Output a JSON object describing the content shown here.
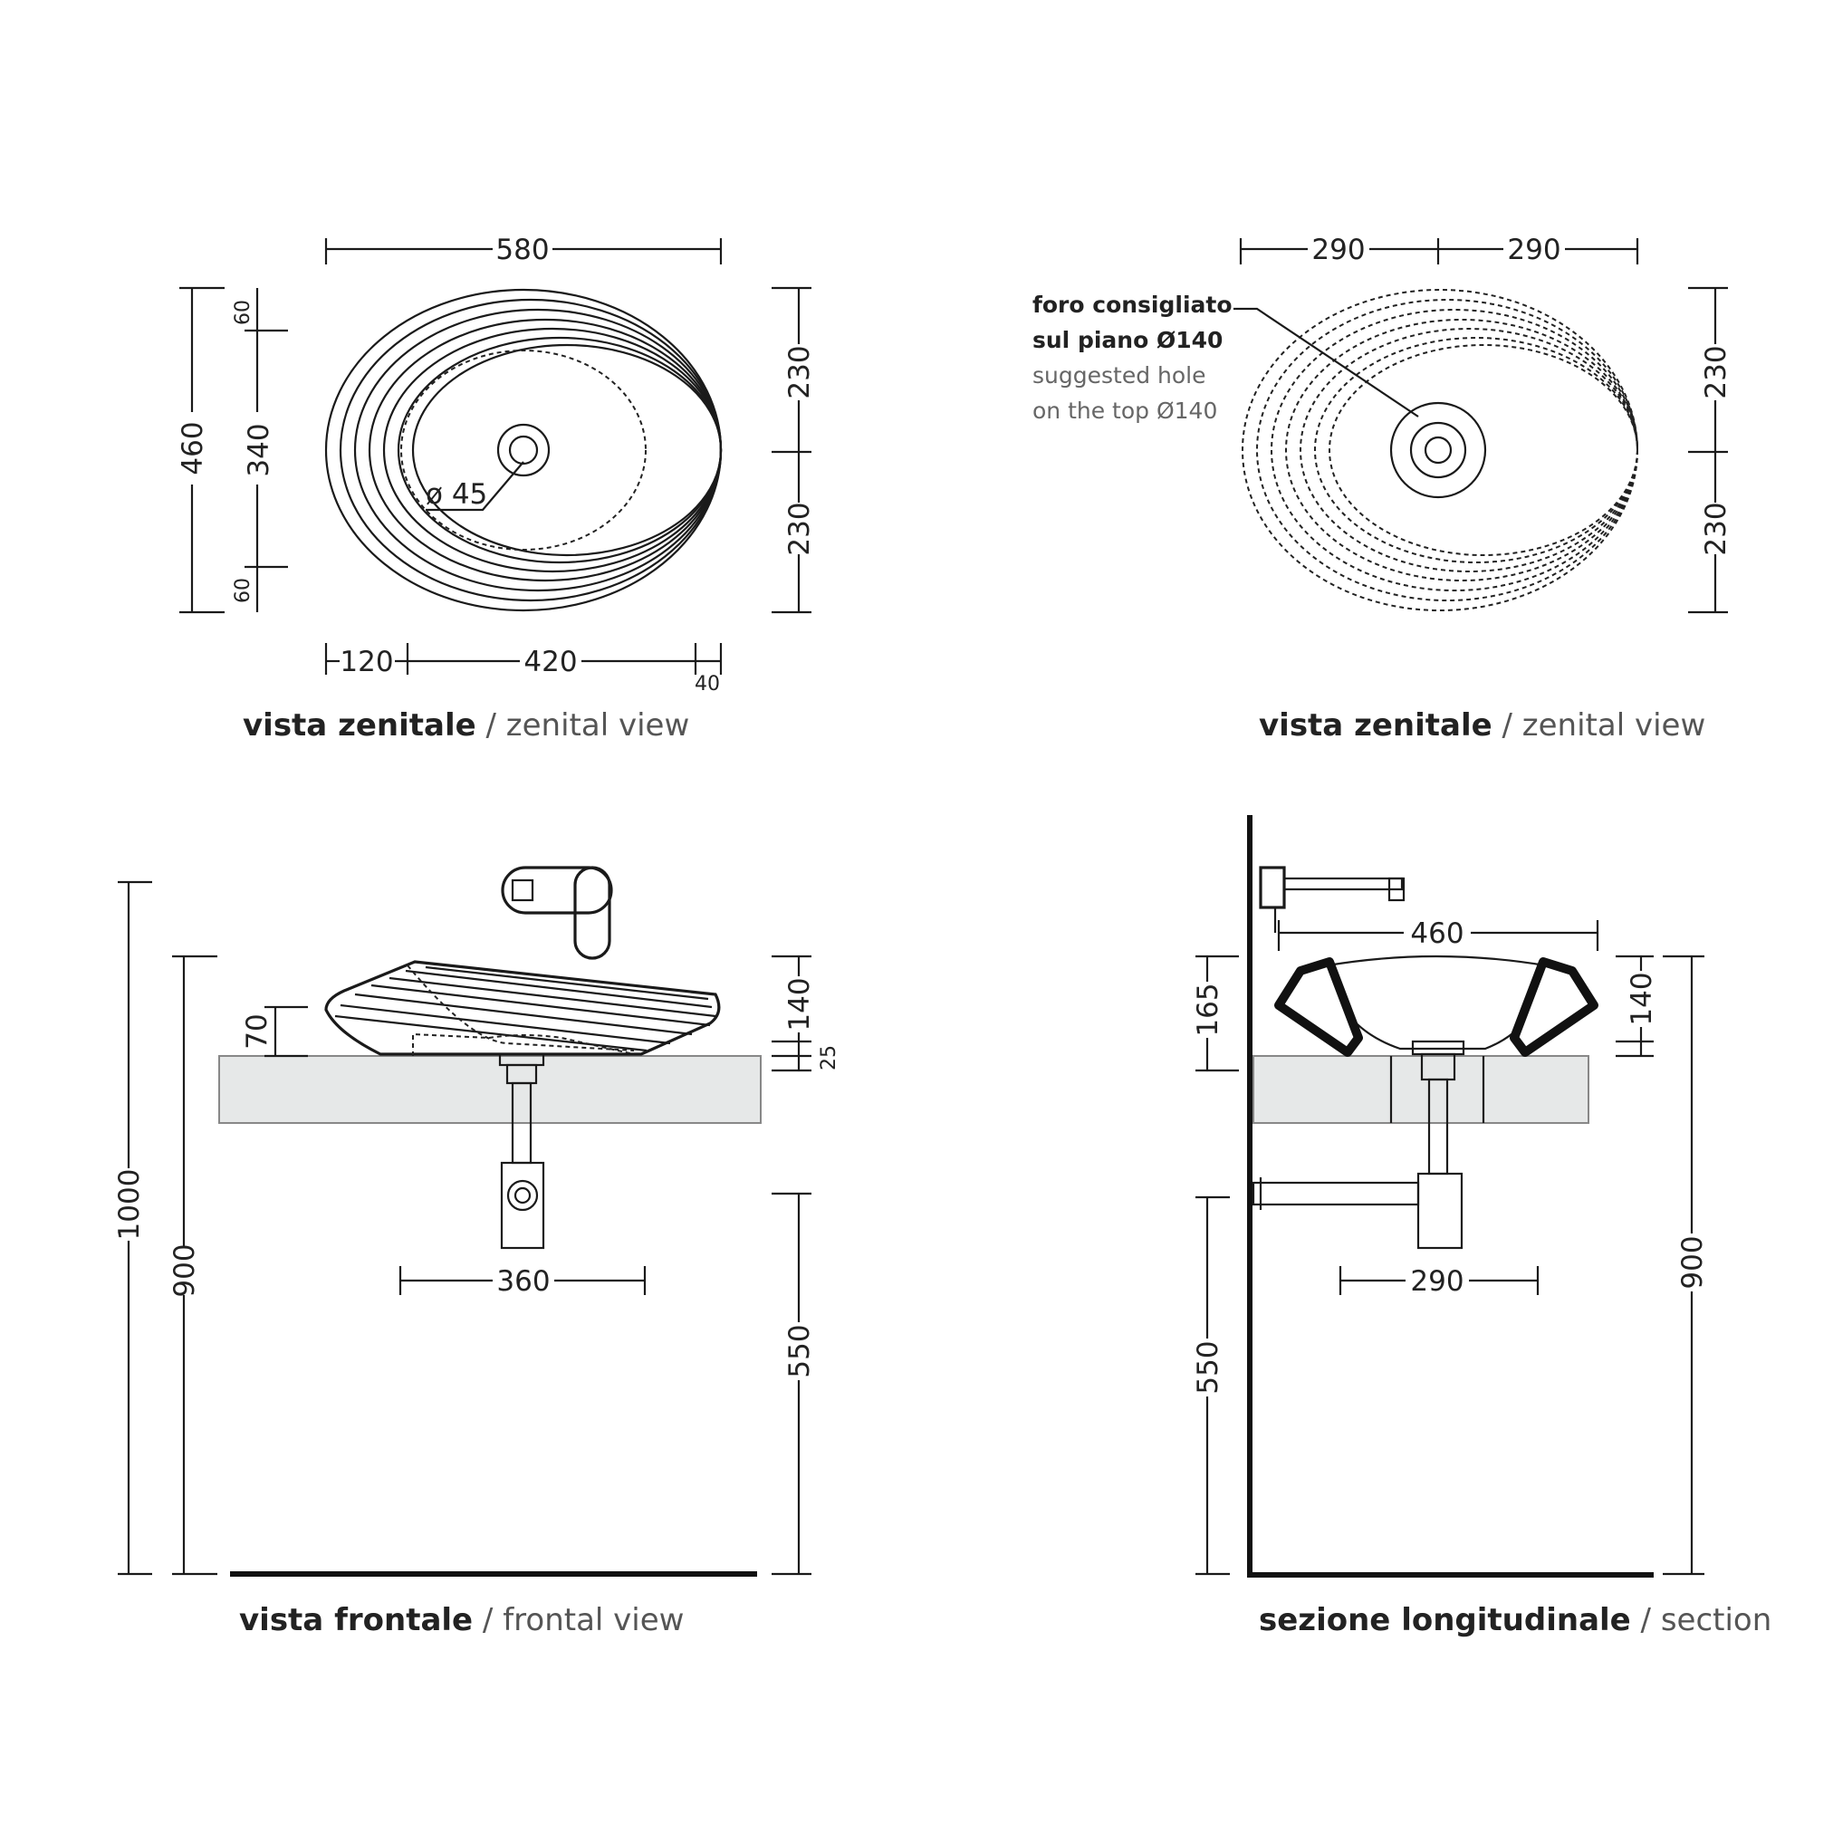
{
  "views": {
    "zenital_left": {
      "caption_bold": "vista zenitale",
      "caption_sep": " / ",
      "caption_light": "zenital view",
      "dims": {
        "width_total": "580",
        "height_total": "460",
        "top_gap": "60",
        "inner_height": "340",
        "bottom_gap": "60",
        "right_upper": "230",
        "right_lower": "230",
        "bottom_left": "120",
        "bottom_mid": "420",
        "bottom_right": "40",
        "drain": "ø 45"
      }
    },
    "zenital_right": {
      "caption_bold": "vista zenitale",
      "caption_sep": " / ",
      "caption_light": "zenital view",
      "dims": {
        "top_left": "290",
        "top_right": "290",
        "right_upper": "230",
        "right_lower": "230"
      },
      "note": {
        "line1": "foro consigliato",
        "line2": "sul piano Ø140",
        "line3": "suggested hole",
        "line4": "on the top Ø140"
      }
    },
    "frontal": {
      "caption_bold": "vista frontale",
      "caption_sep": " / ",
      "caption_light": "frontal view",
      "dims": {
        "h_1000": "1000",
        "h_900": "900",
        "h_70": "70",
        "h_140": "140",
        "h_25": "25",
        "w_360": "360",
        "h_550": "550"
      }
    },
    "section": {
      "caption_bold": "sezione longitudinale",
      "caption_sep": " / ",
      "caption_light": "section",
      "dims": {
        "w_460": "460",
        "h_165": "165",
        "h_140": "140",
        "w_290": "290",
        "h_550": "550",
        "h_900": "900"
      }
    }
  }
}
